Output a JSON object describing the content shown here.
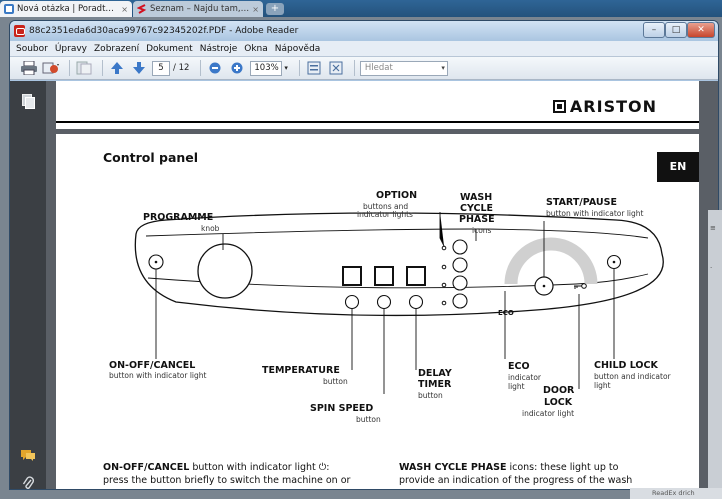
{
  "browser": {
    "tabs": [
      {
        "label": "Nová otázka | Poradte.cz",
        "close": "×",
        "active": true
      },
      {
        "label": "Seznam – Najdu tam, co hle",
        "close": "×",
        "active": false
      }
    ],
    "new_tab": "+"
  },
  "window": {
    "title": "88c2351eda6d30aca99767c92345202f.PDF - Adobe Reader",
    "controls": {
      "minimize": "–",
      "maximize": "□",
      "close": "✕"
    }
  },
  "menu": [
    "Soubor",
    "Úpravy",
    "Zobrazení",
    "Dokument",
    "Nástroje",
    "Okna",
    "Nápověda"
  ],
  "toolbar": {
    "page_current": "5",
    "page_total": "/ 12",
    "zoom": "103%",
    "search_placeholder": "Hledat",
    "zoom_dropdown": "▾",
    "search_dropdown": "▾"
  },
  "document": {
    "brand": "ARISTON",
    "lang_tab": "EN",
    "section_title": "Control panel",
    "labels": {
      "programme": "PROGRAMME",
      "programme_sub": "knob",
      "option": "OPTION",
      "option_sub1": "buttons and",
      "option_sub2": "indicator lights",
      "wash1": "WASH",
      "wash2": "CYCLE",
      "wash3": "PHASE",
      "wash_sub": "icons",
      "start": "START/PAUSE",
      "start_sub": "button with indicator light",
      "onoff": "ON-OFF/CANCEL",
      "onoff_sub": "button with indicator light",
      "temperature": "TEMPERATURE",
      "temperature_sub": "button",
      "spin": "SPIN SPEED",
      "spin_sub": "button",
      "delay1": "DELAY",
      "delay2": "TIMER",
      "delay_sub": "button",
      "eco": "ECO",
      "eco_sub1": "indicator",
      "eco_sub2": "light",
      "eco_panel": "ECO",
      "door1": "DOOR",
      "door2": "LOCK",
      "door_sub": "indicator light",
      "child": "CHILD LOCK",
      "child_sub1": "button and indicator",
      "child_sub2": "light"
    },
    "bottom_left": {
      "bold": "ON-OFF/CANCEL",
      "line1_rest": " button with indicator light ⏻:",
      "line2": "press the button briefly to switch the machine on or"
    },
    "bottom_right": {
      "bold": "WASH CYCLE PHASE",
      "line1_rest": " icons: these light up to",
      "line2": "provide an indication of the progress of the wash"
    }
  },
  "taskbar_hint": "ReadEx drich",
  "icons": [
    "pdf-icon",
    "print-icon",
    "share-icon",
    "up-arrow-icon",
    "down-arrow-icon",
    "zoom-out-icon",
    "zoom-in-icon",
    "fit-page-icon",
    "pages-panel-icon",
    "comments-icon",
    "attachment-icon"
  ]
}
